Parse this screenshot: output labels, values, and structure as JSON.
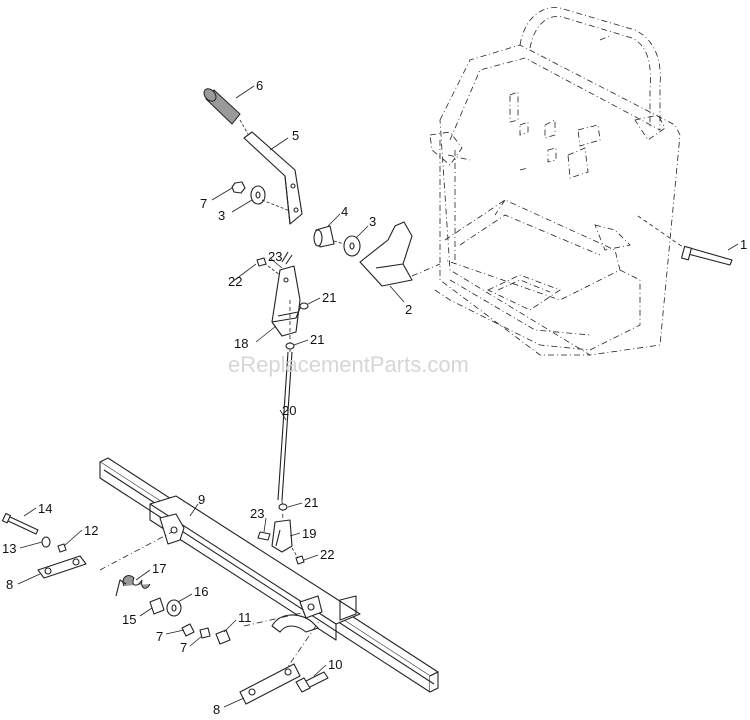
{
  "watermark": "eReplacementParts.com",
  "callouts": [
    {
      "id": "c1",
      "text": "1"
    },
    {
      "id": "c2",
      "text": "2"
    },
    {
      "id": "c3a",
      "text": "3"
    },
    {
      "id": "c3b",
      "text": "3"
    },
    {
      "id": "c4",
      "text": "4"
    },
    {
      "id": "c5",
      "text": "5"
    },
    {
      "id": "c6",
      "text": "6"
    },
    {
      "id": "c7a",
      "text": "7"
    },
    {
      "id": "c7b",
      "text": "7"
    },
    {
      "id": "c7c",
      "text": "7"
    },
    {
      "id": "c8a",
      "text": "8"
    },
    {
      "id": "c8b",
      "text": "8"
    },
    {
      "id": "c9",
      "text": "9"
    },
    {
      "id": "c10",
      "text": "10"
    },
    {
      "id": "c11",
      "text": "11"
    },
    {
      "id": "c12",
      "text": "12"
    },
    {
      "id": "c13",
      "text": "13"
    },
    {
      "id": "c14",
      "text": "14"
    },
    {
      "id": "c15",
      "text": "15"
    },
    {
      "id": "c16",
      "text": "16"
    },
    {
      "id": "c17",
      "text": "17"
    },
    {
      "id": "c18",
      "text": "18"
    },
    {
      "id": "c19",
      "text": "19"
    },
    {
      "id": "c20",
      "text": "20"
    },
    {
      "id": "c21a",
      "text": "21"
    },
    {
      "id": "c21b",
      "text": "21"
    },
    {
      "id": "c21c",
      "text": "21"
    },
    {
      "id": "c22a",
      "text": "22"
    },
    {
      "id": "c22b",
      "text": "22"
    },
    {
      "id": "c23a",
      "text": "23"
    },
    {
      "id": "c23b",
      "text": "23"
    }
  ]
}
